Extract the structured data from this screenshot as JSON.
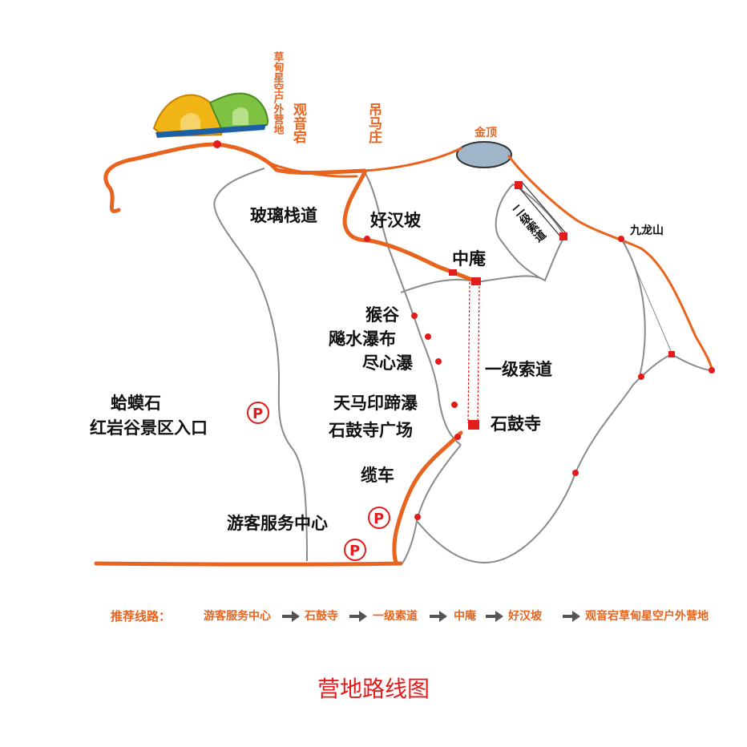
{
  "colors": {
    "route": "#e8641e",
    "road": "#8a8a8a",
    "station": "#e31b1b",
    "water": "#9fb5c9",
    "caption": "#e31b1b"
  },
  "labels": {
    "vertical_camp": "草甸星空户外营地",
    "guanyin": "观音宕",
    "diaomazhuang": "吊马庄",
    "jinding": "金顶",
    "glass_plank": "玻璃栈道",
    "haohanpo": "好汉坡",
    "zhongan": "中庵",
    "cable2": "二级索道",
    "jiulongshan": "九龙山",
    "hougu": "猴谷",
    "piaoshui": "飚水瀑布",
    "jinxin": "尽心瀑",
    "cable1": "一级索道",
    "tianma": "天马印蹄瀑",
    "hamashi": "蛤蟆石",
    "hongyangu": "红岩谷景区入口",
    "shigusi_square": "石鼓寺广场",
    "shigusi": "石鼓寺",
    "lanche": "缆车",
    "visitor_center": "游客服务中心",
    "parking": "P"
  },
  "recommend": {
    "head": "推荐线路：",
    "steps": [
      "游客服务中心",
      "石鼓寺",
      "一级索道",
      "中庵",
      "好汉坡",
      "观音宕草甸星空户外营地"
    ]
  },
  "caption": "营地路线图",
  "icons": [
    "tent-icon",
    "parking-icon",
    "arrow-right-icon"
  ]
}
